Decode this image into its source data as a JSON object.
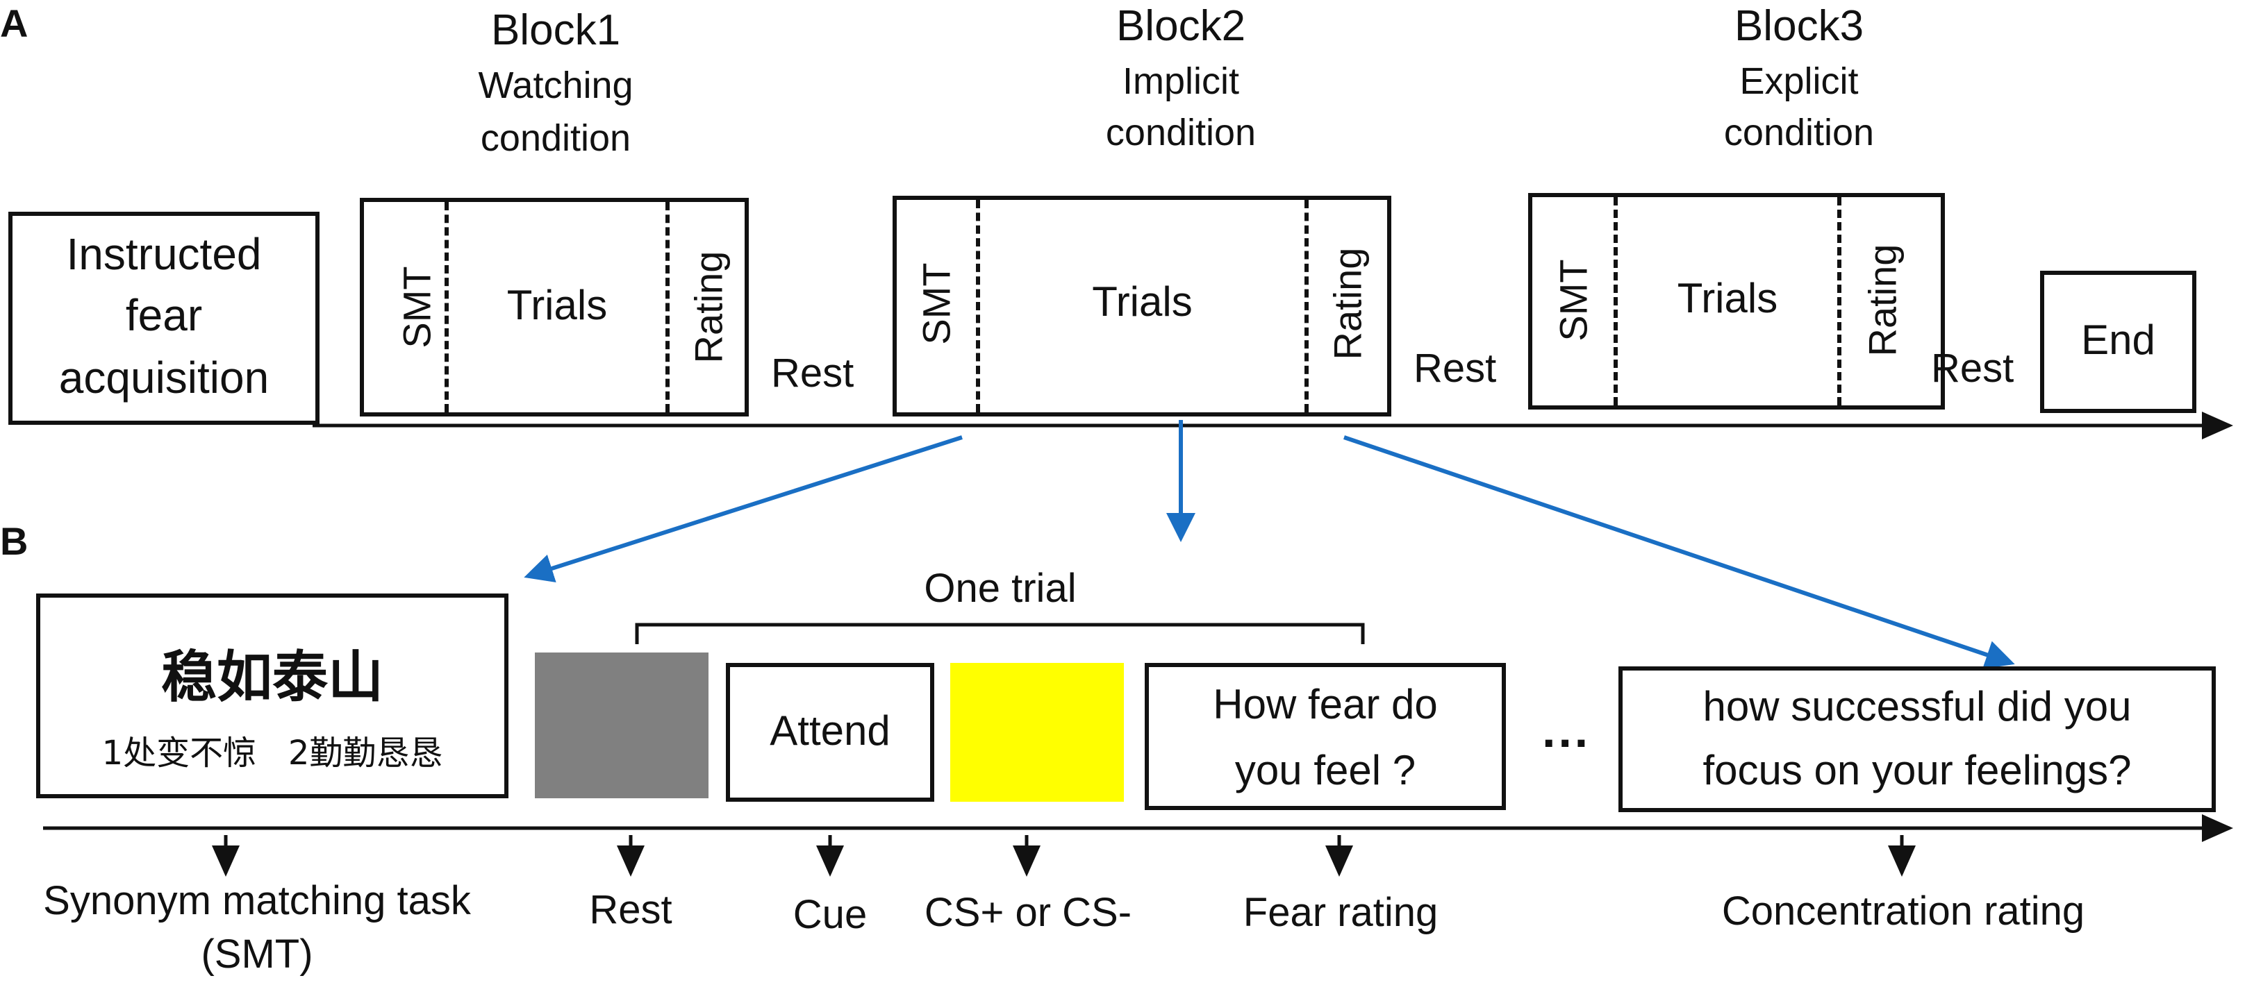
{
  "panel_a": {
    "letter": "A",
    "instructed_box": [
      "Instructed",
      "fear",
      "acquisition"
    ],
    "blocks": [
      {
        "title": "Block1",
        "subtitle": [
          "Watching",
          "condition"
        ],
        "left": "SMT",
        "center": "Trials",
        "right": "Rating"
      },
      {
        "title": "Block2",
        "subtitle": [
          "Implicit",
          "condition"
        ],
        "left": "SMT",
        "center": "Trials",
        "right": "Rating"
      },
      {
        "title": "Block3",
        "subtitle": [
          "Explicit",
          "condition"
        ],
        "left": "SMT",
        "center": "Trials",
        "right": "Rating"
      }
    ],
    "rest_labels": [
      "Rest",
      "Rest",
      "Rest"
    ],
    "end_label": "End"
  },
  "panel_b": {
    "letter": "B",
    "smt_box": {
      "idiom": "稳如泰山",
      "options": "1处变不惊   2勤勤恳恳"
    },
    "one_trial_label": "One trial",
    "attend_label": "Attend",
    "fear_question": [
      "How fear do",
      "you feel ?"
    ],
    "ellipsis": "···",
    "concentration_question": [
      "how successful did you",
      "focus on your feelings?"
    ],
    "bottom_labels": {
      "smt": [
        "Synonym matching task",
        "(SMT)"
      ],
      "rest": "Rest",
      "cue": "Cue",
      "cs": "CS+ or CS-",
      "fear": "Fear rating",
      "concentration": "Concentration rating"
    },
    "colors": {
      "rest_square": "#808080",
      "cs_square": "#ffff00",
      "arrow_blue": "#1a6fc4"
    }
  }
}
